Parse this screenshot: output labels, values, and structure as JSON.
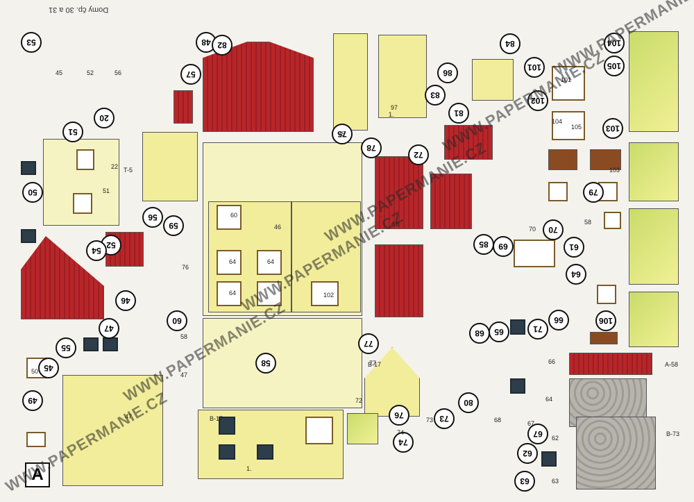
{
  "sheet": {
    "header": "Domy čp. 30 a 31",
    "letter": "A"
  },
  "watermark": "WWW.PAPERMANIE.CZ",
  "badges": [
    {
      "n": "53"
    },
    {
      "n": "51"
    },
    {
      "n": "20"
    },
    {
      "n": "57"
    },
    {
      "n": "48"
    },
    {
      "n": "82"
    },
    {
      "n": "75"
    },
    {
      "n": "78"
    },
    {
      "n": "72"
    },
    {
      "n": "86"
    },
    {
      "n": "83"
    },
    {
      "n": "84"
    },
    {
      "n": "101"
    },
    {
      "n": "102"
    },
    {
      "n": "104"
    },
    {
      "n": "105"
    },
    {
      "n": "103"
    },
    {
      "n": "81"
    },
    {
      "n": "50"
    },
    {
      "n": "56"
    },
    {
      "n": "59"
    },
    {
      "n": "52"
    },
    {
      "n": "54"
    },
    {
      "n": "46"
    },
    {
      "n": "47"
    },
    {
      "n": "60"
    },
    {
      "n": "55"
    },
    {
      "n": "45"
    },
    {
      "n": "49"
    },
    {
      "n": "58"
    },
    {
      "n": "77"
    },
    {
      "n": "85"
    },
    {
      "n": "69"
    },
    {
      "n": "70"
    },
    {
      "n": "79"
    },
    {
      "n": "61"
    },
    {
      "n": "64"
    },
    {
      "n": "71"
    },
    {
      "n": "66"
    },
    {
      "n": "106"
    },
    {
      "n": "68"
    },
    {
      "n": "65"
    },
    {
      "n": "76"
    },
    {
      "n": "80"
    },
    {
      "n": "73"
    },
    {
      "n": "74"
    },
    {
      "n": "62"
    },
    {
      "n": "63"
    },
    {
      "n": "67"
    }
  ],
  "labels": [
    "45",
    "52",
    "56",
    "51",
    "22",
    "T-5",
    "76",
    "58",
    "58",
    "60",
    "64",
    "64",
    "64",
    "46",
    "47",
    "47",
    "102",
    "50",
    "B-17",
    "B-17",
    "1.",
    "1.",
    "73",
    "70",
    "74",
    "72",
    "77",
    "75",
    "97",
    "58",
    "104",
    "105",
    "101",
    "103",
    "62",
    "63",
    "64",
    "66",
    "67",
    "68",
    "A-58",
    "B-73"
  ]
}
